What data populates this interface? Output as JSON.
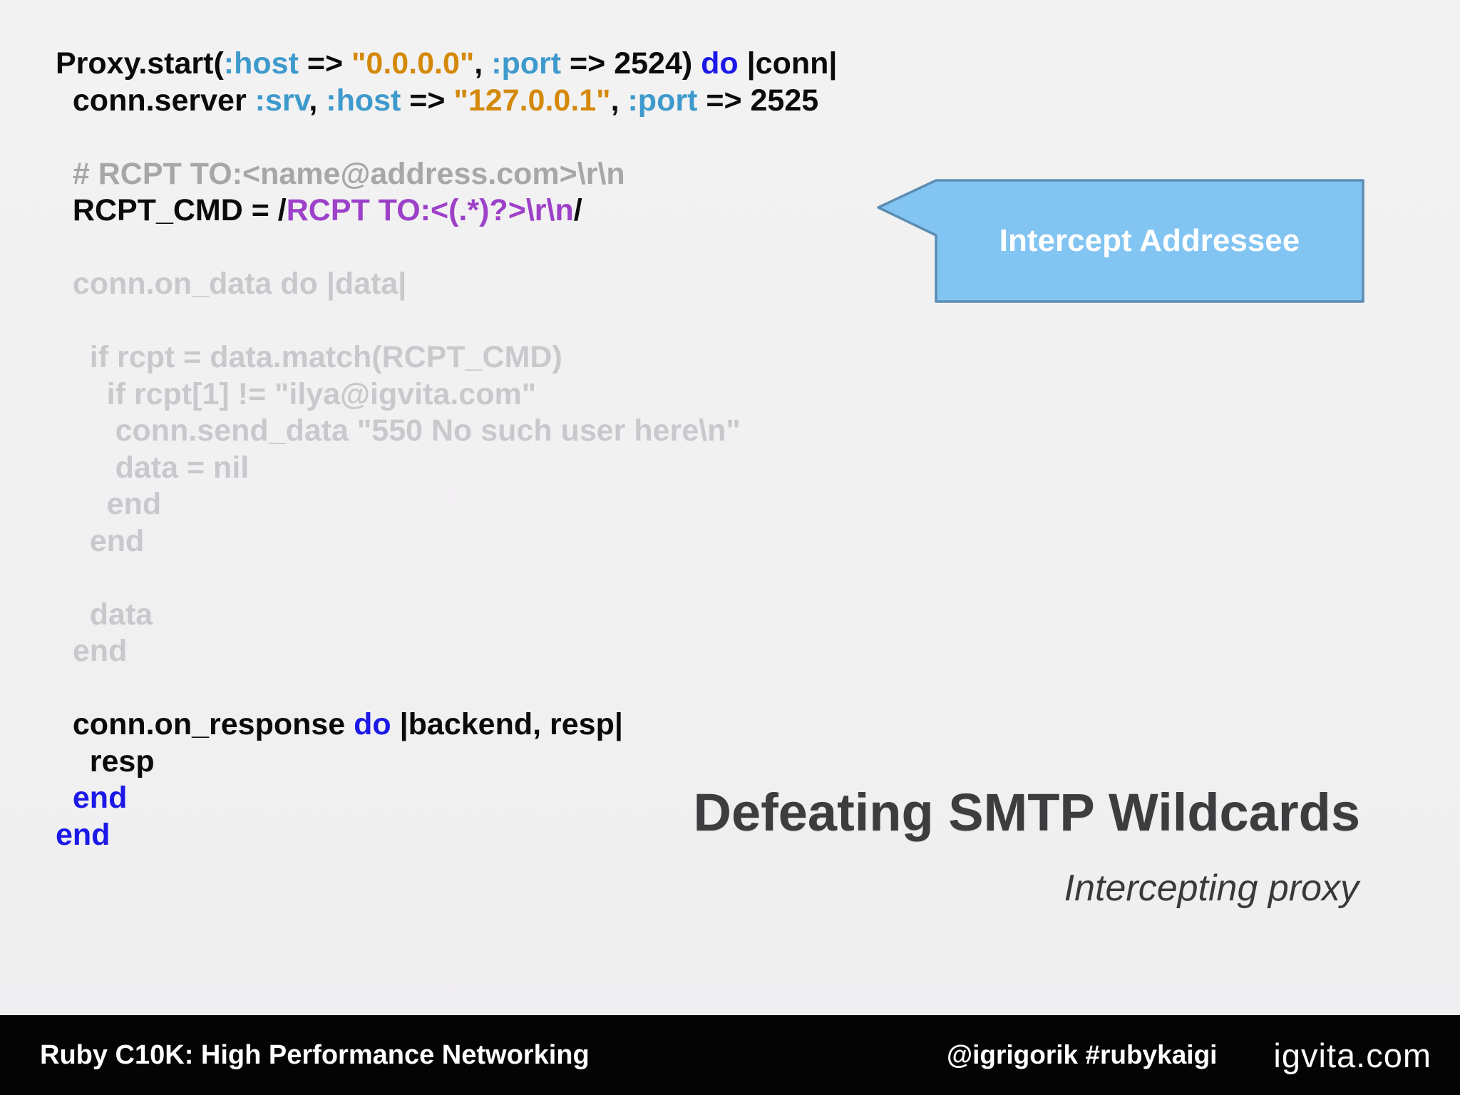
{
  "slide_title": {
    "text": "Defeating SMTP Wildcards",
    "subtitle": "Intercepting proxy"
  },
  "callout": {
    "label": "Intercept Addressee",
    "fill": "#82c4f2",
    "border": "#5d8db2",
    "text_color": "#ffffff"
  },
  "footer": {
    "left": "Ruby C10K: High Performance Networking",
    "center": "@igrigorik #rubykaigi",
    "right": "igvita.com",
    "background": "#040404",
    "text_color": "#ffffff"
  },
  "code": {
    "syntax_colors": {
      "plain": "#0b0b0c",
      "keyword": "#1b18e8",
      "symbol": "#3e9acc",
      "string": "#d4890b",
      "regex": "#9d41c9",
      "comment": "#a7a7a9",
      "faded": "#c9c9cd"
    },
    "lines": [
      [
        {
          "t": "Proxy.start(",
          "c": "plain"
        },
        {
          "t": ":host",
          "c": "sym"
        },
        {
          "t": " => ",
          "c": "plain"
        },
        {
          "t": "\"0.0.0.0\"",
          "c": "str"
        },
        {
          "t": ", ",
          "c": "plain"
        },
        {
          "t": ":port",
          "c": "sym"
        },
        {
          "t": " => 2524) ",
          "c": "plain"
        },
        {
          "t": "do",
          "c": "kw"
        },
        {
          "t": " |conn|",
          "c": "plain"
        }
      ],
      [
        {
          "t": "  conn.server ",
          "c": "plain"
        },
        {
          "t": ":srv",
          "c": "sym"
        },
        {
          "t": ", ",
          "c": "plain"
        },
        {
          "t": ":host",
          "c": "sym"
        },
        {
          "t": " => ",
          "c": "plain"
        },
        {
          "t": "\"127.0.0.1\"",
          "c": "str"
        },
        {
          "t": ", ",
          "c": "plain"
        },
        {
          "t": ":port",
          "c": "sym"
        },
        {
          "t": " => 2525",
          "c": "plain"
        }
      ],
      [],
      [
        {
          "t": "  # RCPT TO:<name@address.com>\\r\\n",
          "c": "com"
        }
      ],
      [
        {
          "t": "  RCPT_CMD = /",
          "c": "plain"
        },
        {
          "t": "RCPT TO:<(.*)?>\\r\\n",
          "c": "rx"
        },
        {
          "t": "/",
          "c": "plain"
        }
      ],
      [],
      [
        {
          "t": "  conn.on_data do |data|",
          "c": "dim"
        }
      ],
      [],
      [
        {
          "t": "    if rcpt = data.match(RCPT_CMD)",
          "c": "dim"
        }
      ],
      [
        {
          "t": "      if rcpt[1] != \"ilya@igvita.com\"",
          "c": "dim"
        }
      ],
      [
        {
          "t": "       conn.send_data \"550 No such user here\\n\"",
          "c": "dim"
        }
      ],
      [
        {
          "t": "       data = nil",
          "c": "dim"
        }
      ],
      [
        {
          "t": "      end",
          "c": "dim"
        }
      ],
      [
        {
          "t": "    end",
          "c": "dim"
        }
      ],
      [],
      [
        {
          "t": "    data",
          "c": "dim"
        }
      ],
      [
        {
          "t": "  end",
          "c": "dim"
        }
      ],
      [],
      [
        {
          "t": "  conn.on_response ",
          "c": "plain"
        },
        {
          "t": "do",
          "c": "kw"
        },
        {
          "t": " |backend, resp|",
          "c": "plain"
        }
      ],
      [
        {
          "t": "    resp",
          "c": "plain"
        }
      ],
      [
        {
          "t": "  end",
          "c": "kw"
        }
      ],
      [
        {
          "t": "end",
          "c": "kw"
        }
      ]
    ]
  }
}
